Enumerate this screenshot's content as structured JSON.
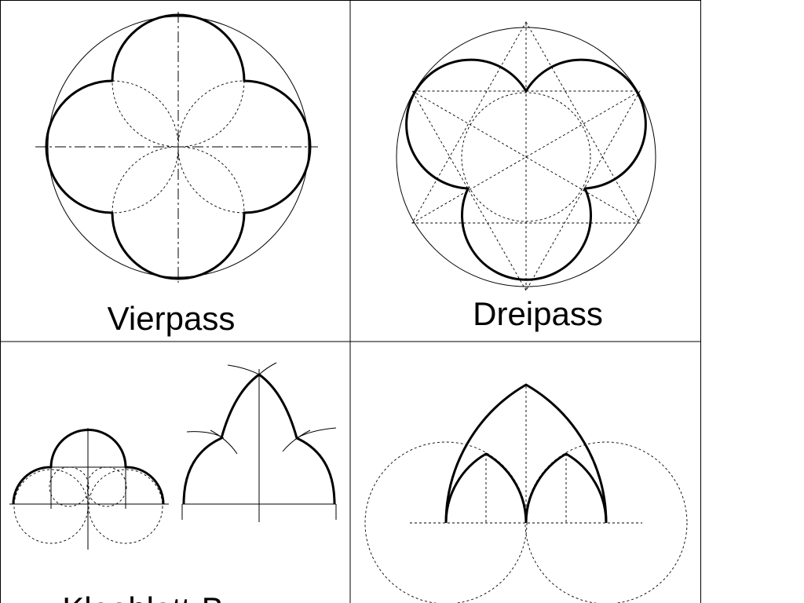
{
  "panels": {
    "vierpass": {
      "label": "Vierpass"
    },
    "dreipass": {
      "label": "Dreipass"
    },
    "kleeblatt": {
      "label": "Kleeblatt-B"
    },
    "gothic": {
      "label": ""
    }
  },
  "colors": {
    "ink": "#000000",
    "paper": "#ffffff"
  }
}
